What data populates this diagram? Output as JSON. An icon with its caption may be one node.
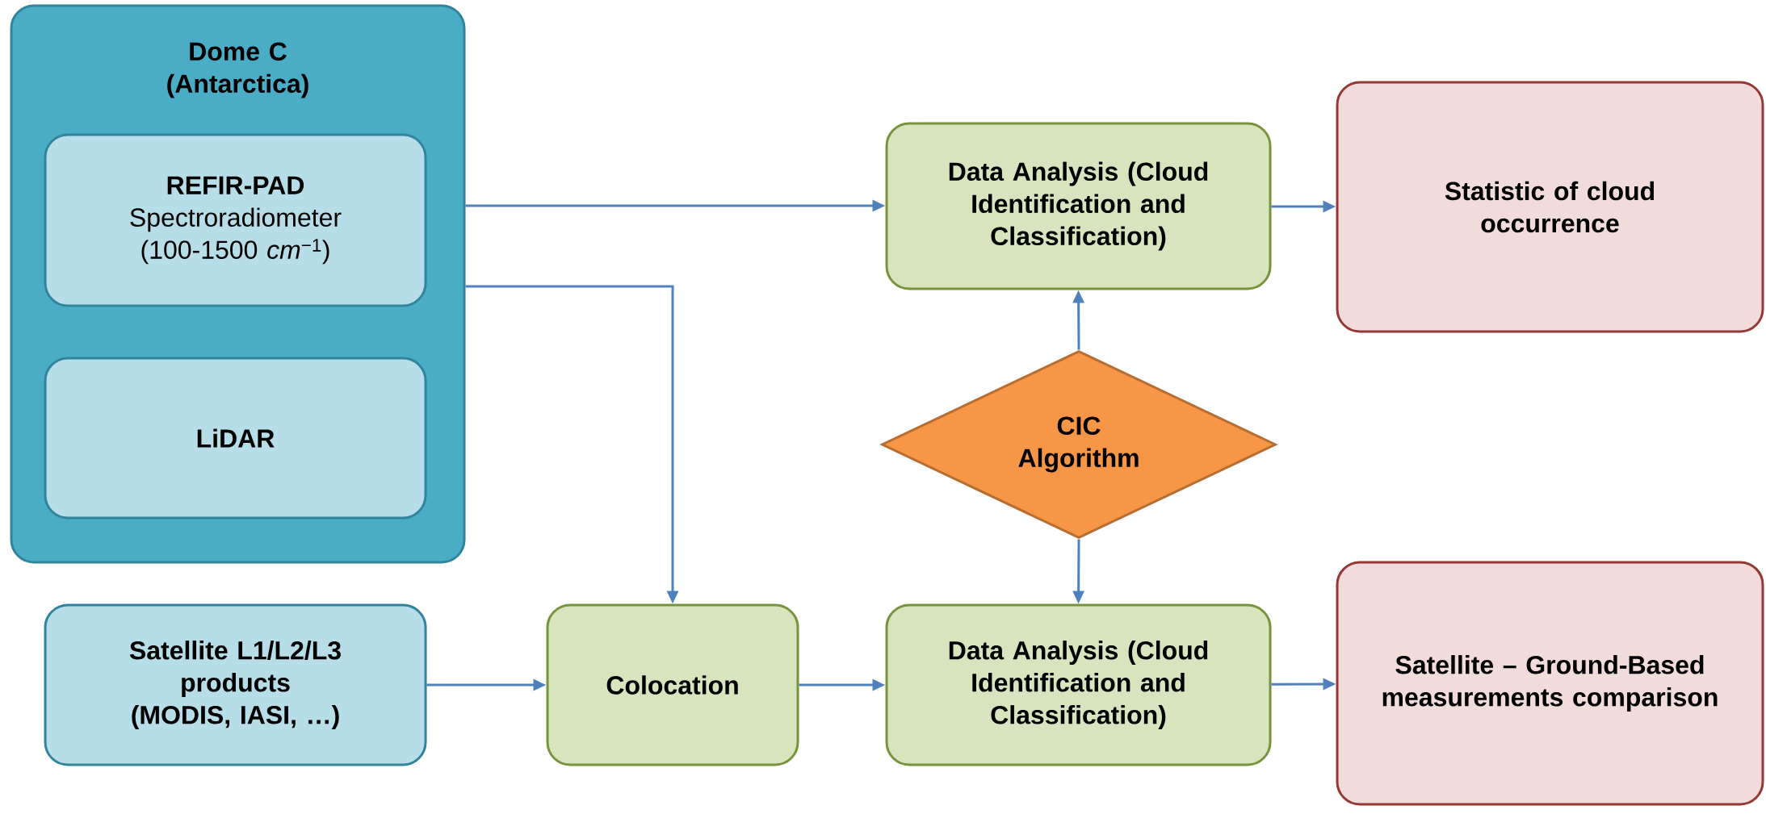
{
  "diagram": {
    "nodes": [
      {
        "text": [
          "Dome C (Antarctica)"
        ]
      },
      {
        "text": [
          "REFIR-PAD",
          "Spectroradiometer (100-1500 *cm*$^{−1}$)"
        ],
        "in": 0
      },
      {
        "text": [
          "LiDAR"
        ],
        "in": 0
      },
      {
        "text": [
          "Data Analysis (Cloud Identification and Classification)"
        ]
      },
      {
        "text": [
          "Statistic of cloud occurrence"
        ]
      },
      {
        "text": [
          "CIC Algorithm"
        ]
      },
      {
        "text": [
          "Satellite L1/L2/L3 products (MODIS, IASI, …)"
        ]
      },
      {
        "text": [
          "Colocation"
        ]
      },
      {
        "text": [
          "Data Analysis (Cloud Identification and Classification)"
        ]
      },
      {
        "text": [
          "Satellite – Ground-Based measurements comparison"
        ]
      }
    ],
    "edges": [
      {
        "from": 0,
        "to": 3,
        "arrow": "to"
      },
      {
        "from": 0,
        "to": 7,
        "arrow": "to"
      },
      {
        "from": 3,
        "to": 4,
        "arrow": "to"
      },
      {
        "from": 5,
        "to": 3,
        "arrow": "to"
      },
      {
        "from": 5,
        "to": 8,
        "arrow": "to"
      },
      {
        "from": 6,
        "to": 7,
        "arrow": "to"
      },
      {
        "from": 7,
        "to": 8,
        "arrow": "to"
      },
      {
        "from": 8,
        "to": 9,
        "arrow": "to"
      }
    ]
  }
}
